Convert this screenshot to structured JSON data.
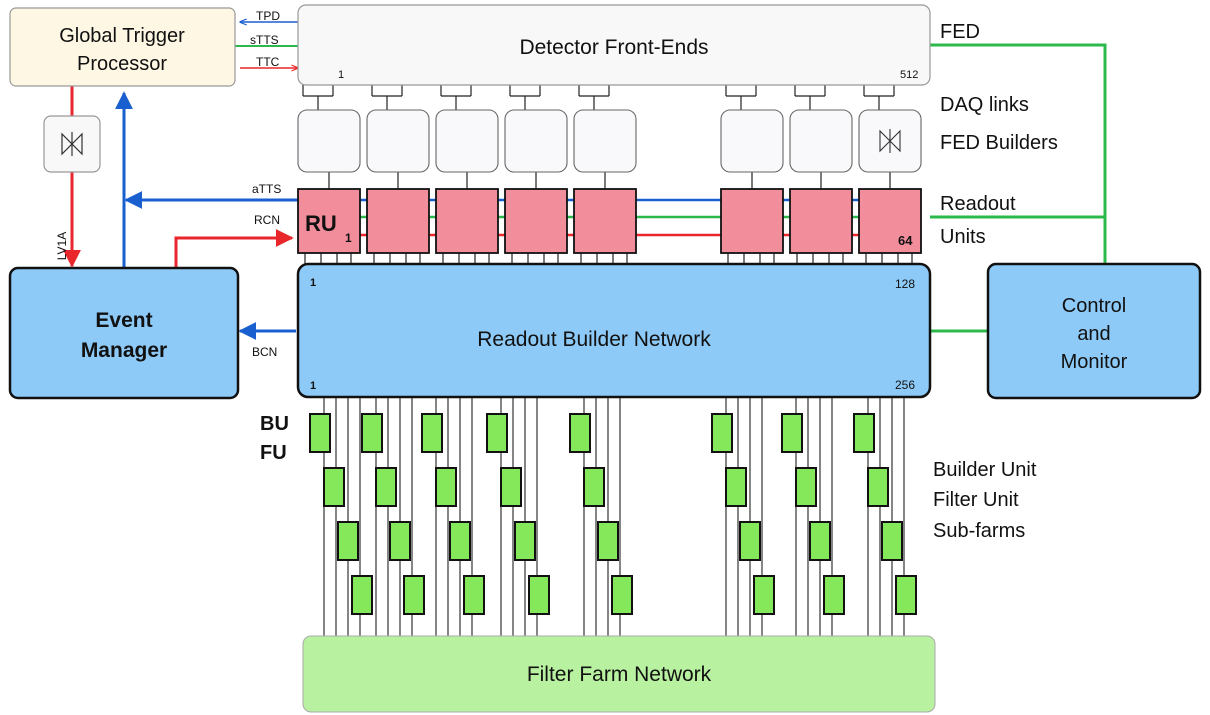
{
  "diagram": {
    "global_trigger": "Global Trigger Processor",
    "global_trigger_lines": [
      "Global Trigger",
      "Processor"
    ],
    "front_ends": "Detector Front-Ends",
    "fe_first": "1",
    "fe_last": "512",
    "fed": "FED",
    "daq_links": "DAQ links",
    "fed_builders": "FED Builders",
    "readout": "Readout",
    "units": "Units",
    "ru": "RU",
    "ru_sub": "1",
    "ru_last": "64",
    "rbn": "Readout Builder Network",
    "rbn_top_left": "1",
    "rbn_top_right": "128",
    "rbn_bot_left": "1",
    "rbn_bot_right": "256",
    "event_manager_lines": [
      "Event",
      "Manager"
    ],
    "control_lines": [
      "Control",
      "and",
      "Monitor"
    ],
    "tpd": "TPD",
    "stts": "sTTS",
    "ttc": "TTC",
    "atts": "aTTS",
    "rcn": "RCN",
    "bcn": "BCN",
    "lv1a": "LV1A",
    "bu": "BU",
    "fu": "FU",
    "builder_unit": "Builder Unit",
    "filter_unit": "Filter Unit",
    "subfarms": "Sub-farms",
    "ffn": "Filter Farm Network"
  },
  "colors": {
    "red": "#e8262b",
    "blue": "#1a5fd0",
    "green": "#2db84b",
    "ru_fill": "#f28d9c",
    "bu_fill": "#84e85a",
    "rbn_fill": "#8dcaf7",
    "em_fill": "#8dcaf7",
    "ffn_fill": "#b8f2a0",
    "gtp_fill": "#fdf7e3"
  }
}
